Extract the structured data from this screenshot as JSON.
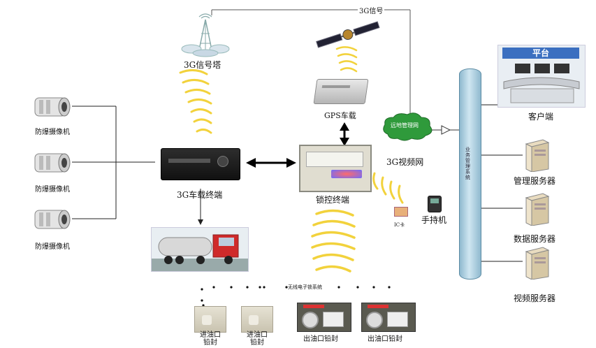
{
  "labels": {
    "tower": "3G信号塔",
    "signal_top": "3G信号",
    "gps": "GPS车载",
    "network": "3G视频网",
    "cloud": "远地管理网",
    "terminal": "3G车载终端",
    "lock_terminal": "锁控终端",
    "camera": "防爆摄像机",
    "ic_card": "IC卡",
    "handheld": "手持机",
    "wireless": "无线电子锁系统",
    "seal_in": "进油口铅封",
    "seal_out": "出油口铅封",
    "bus": "业务管理系统",
    "platform": "平台",
    "client": "客户端",
    "mgmt_server": "管理服务器",
    "data_server": "数据服务器",
    "video_server": "视频服务器"
  },
  "colors": {
    "wave": "#f2d23c",
    "cloud": "#2f9a3b",
    "bus": "#bcdde9",
    "truck_cab": "#cf2a2a",
    "platform_banner": "#3b6fc0",
    "line": "#333333"
  }
}
